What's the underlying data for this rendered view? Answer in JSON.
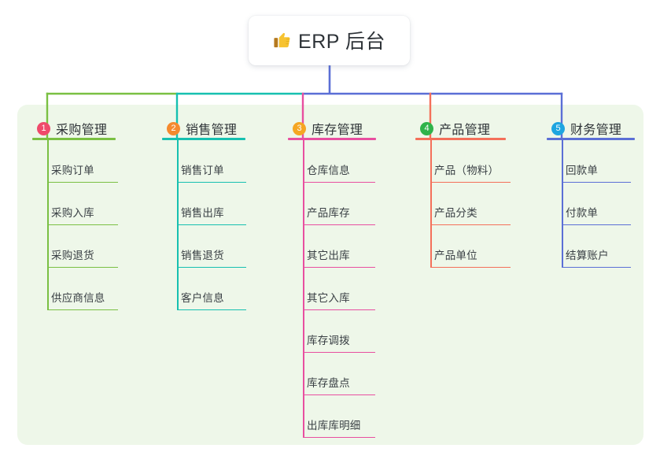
{
  "root": {
    "icon": "thumbs-up-icon",
    "title": "ERP 后台"
  },
  "panel": {
    "background_color": "#eef7e9"
  },
  "columns": [
    {
      "index_label": "1",
      "title": "采购管理",
      "badge_color": "#ef4a6b",
      "line_color": "#7ac043",
      "branch_color": "#7ac043",
      "items": [
        {
          "label": "采购订单"
        },
        {
          "label": "采购入库"
        },
        {
          "label": "采购退货"
        },
        {
          "label": "供应商信息"
        }
      ]
    },
    {
      "index_label": "2",
      "title": "销售管理",
      "badge_color": "#f58a2e",
      "line_color": "#16c0b0",
      "branch_color": "#16c0b0",
      "items": [
        {
          "label": "销售订单"
        },
        {
          "label": "销售出库"
        },
        {
          "label": "销售退货"
        },
        {
          "label": "客户信息"
        }
      ]
    },
    {
      "index_label": "3",
      "title": "库存管理",
      "badge_color": "#f5a623",
      "line_color": "#e84fa0",
      "branch_color": "#e84fa0",
      "items": [
        {
          "label": "仓库信息"
        },
        {
          "label": "产品库存"
        },
        {
          "label": "其它出库"
        },
        {
          "label": "其它入库"
        },
        {
          "label": "库存调拨"
        },
        {
          "label": "库存盘点"
        },
        {
          "label": "出库库明细"
        }
      ]
    },
    {
      "index_label": "4",
      "title": "产品管理",
      "badge_color": "#2fb34a",
      "line_color": "#f4705a",
      "branch_color": "#f4705a",
      "items": [
        {
          "label": "产品（物料）"
        },
        {
          "label": "产品分类"
        },
        {
          "label": "产品单位"
        }
      ]
    },
    {
      "index_label": "5",
      "title": "财务管理",
      "badge_color": "#1ea5e0",
      "line_color": "#5b6fd6",
      "branch_color": "#5b6fd6",
      "items": [
        {
          "label": "回款单"
        },
        {
          "label": "付款单"
        },
        {
          "label": "结算账户"
        }
      ]
    }
  ],
  "connectors": {
    "trunk_color": "#5b6fd6",
    "bus_segments": [
      {
        "color": "#7ac043"
      },
      {
        "color": "#16c0b0"
      },
      {
        "color": "#5b6fd6"
      }
    ]
  }
}
